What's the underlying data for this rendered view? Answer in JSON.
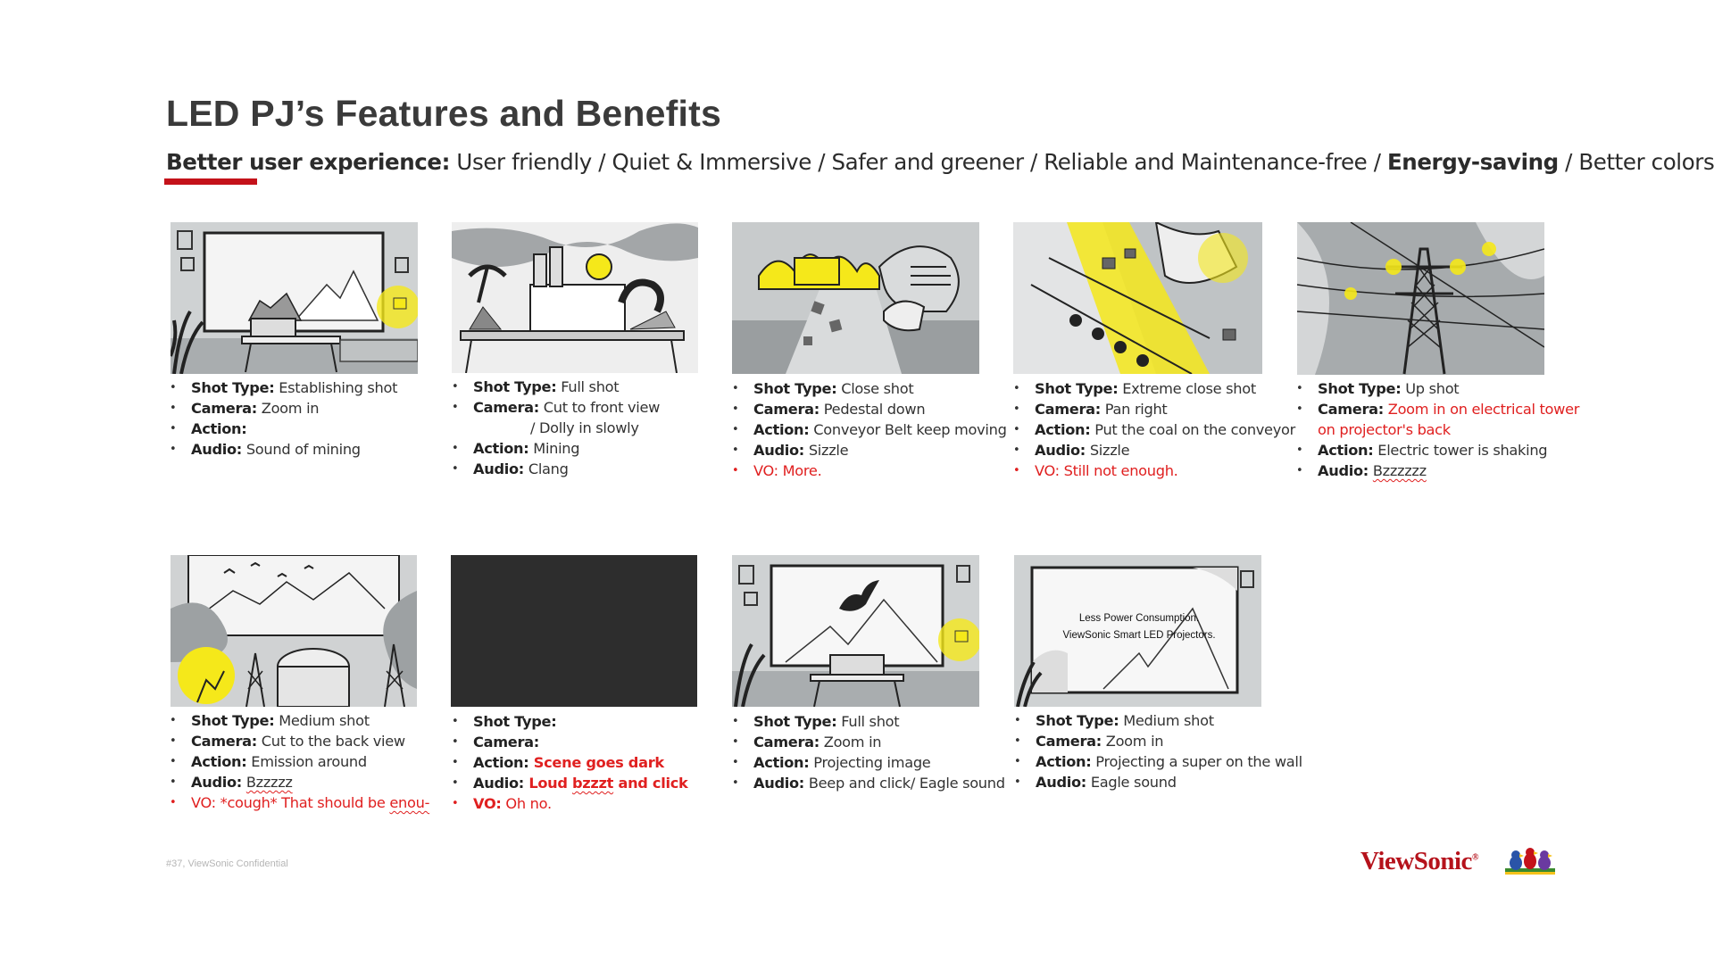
{
  "header": {
    "title": "LED PJ’s Features and Benefits",
    "subtitle_lead": "Better user experience:",
    "subtitle_part1": " User friendly / Quiet & Immersive / Safer and greener / Reliable and Maintenance-free / ",
    "subtitle_bold2": "Energy-saving",
    "subtitle_part2": " / Better colors"
  },
  "panels": [
    {
      "lines": [
        {
          "k": "Shot Type:",
          "v": " Establishing shot"
        },
        {
          "k": "Camera:",
          "v": " Zoom in"
        },
        {
          "k": "Action:",
          "v": ""
        },
        {
          "k": "Audio:",
          "v": " Sound of mining"
        }
      ]
    },
    {
      "lines": [
        {
          "k": "Shot Type:",
          "v": " Full shot"
        },
        {
          "k": "Camera:",
          "v": " Cut to front view"
        },
        {
          "cont": "/ Dolly in slowly"
        },
        {
          "k": "Action:",
          "v": " Mining"
        },
        {
          "k": "Audio:",
          "v": " Clang"
        }
      ]
    },
    {
      "lines": [
        {
          "k": "Shot Type:",
          "v": " Close shot"
        },
        {
          "k": "Camera:",
          "v": " Pedestal down"
        },
        {
          "k": "Action:",
          "v": " Conveyor Belt keep moving"
        },
        {
          "k": "Audio:",
          "v": " Sizzle"
        },
        {
          "red": "VO: More."
        }
      ]
    },
    {
      "lines": [
        {
          "k": "Shot Type:",
          "v": " Extreme close shot"
        },
        {
          "k": "Camera:",
          "v": " Pan right"
        },
        {
          "k": "Action:",
          "v": " Put the coal on the conveyor"
        },
        {
          "k": "Audio:",
          "v": " Sizzle"
        },
        {
          "red": "VO: Still not enough."
        }
      ]
    },
    {
      "lines": [
        {
          "k": "Shot Type:",
          "v": " Up shot"
        },
        {
          "k": "Camera:",
          "vred": " Zoom in on electrical tower"
        },
        {
          "contred": "on projector's back"
        },
        {
          "k": "Action:",
          "v": " Electric tower is shaking"
        },
        {
          "k": "Audio:",
          "v": " ",
          "wavy": "Bzzzzzz"
        }
      ]
    },
    {
      "lines": [
        {
          "k": "Shot Type:",
          "v": " Medium shot"
        },
        {
          "k": "Camera:",
          "v": " Cut to the back view"
        },
        {
          "k": "Action:",
          "v": " Emission around"
        },
        {
          "k": "Audio:",
          "v": " ",
          "wavy": "Bzzzzz"
        },
        {
          "red": "VO: *cough* That should be ",
          "redwavy": "enou-"
        }
      ]
    },
    {
      "lines": [
        {
          "k": "Shot Type:",
          "v": ""
        },
        {
          "k": "Camera:",
          "v": ""
        },
        {
          "k": "Action:",
          "vredb": " Scene goes dark"
        },
        {
          "k": "Audio:",
          "vredb": " Loud ",
          "vredbwavy": "bzzzt",
          "vredb2": " and click"
        },
        {
          "redb": "VO:",
          "red": " Oh no."
        }
      ]
    },
    {
      "lines": [
        {
          "k": "Shot Type:",
          "v": " Full shot"
        },
        {
          "k": "Camera:",
          "v": " Zoom in"
        },
        {
          "k": "Action:",
          "v": " Projecting image"
        },
        {
          "k": "Audio:",
          "v": " Beep and click/ Eagle sound"
        }
      ]
    },
    {
      "screen_text_1": "Less Power Consumption.",
      "screen_text_2": "ViewSonic Smart LED Projectors.",
      "lines": [
        {
          "k": "Shot Type:",
          "v": " Medium shot"
        },
        {
          "k": "Camera:",
          "v": " Zoom in"
        },
        {
          "k": "Action:",
          "v": " Projecting a super on the wall"
        },
        {
          "k": "Audio:",
          "v": " Eagle sound"
        }
      ]
    }
  ],
  "footer": {
    "confidential": "#37, ViewSonic Confidential"
  },
  "brand": {
    "logo_text": "ViewSonic",
    "logo_mark": "®",
    "accent": "#c4121a",
    "highlight": "#f5e81a",
    "alert": "#e02020"
  }
}
